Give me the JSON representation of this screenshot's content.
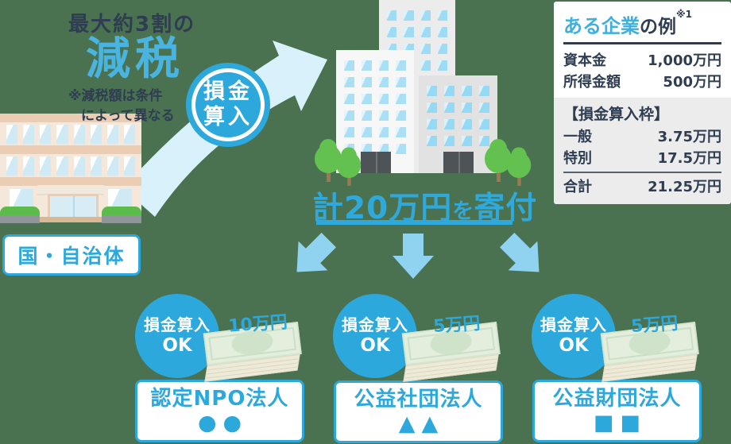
{
  "colors": {
    "background": "#4A7150",
    "accent_blue": "#2CA8DC",
    "highlight_blue": "#49B4DF",
    "navy": "#2E3D52",
    "arrow_light_blue": "#8FD3F1",
    "swoosh_pale_blue": "#D9F1FB"
  },
  "tax_note": {
    "line1": "最大約3割の",
    "highlight": "減税",
    "note_line1": "※減税額は条件",
    "note_line2": "によって異なる"
  },
  "loss_circle": {
    "line1": "損金",
    "line2": "算入"
  },
  "government": {
    "label": "国・自治体"
  },
  "donation": {
    "prefix": "計20万円",
    "particle": "を",
    "suffix": "寄付"
  },
  "example_box": {
    "title_highlight": "ある企業",
    "title_rest": "の例",
    "title_note": "※1",
    "rows": [
      {
        "label": "資本金",
        "value": "1,000万円"
      },
      {
        "label": "所得金額",
        "value": "500万円"
      }
    ],
    "frame_title": "【損金算入枠】",
    "frame_rows": [
      {
        "label": "一般",
        "value": "3.75万円"
      },
      {
        "label": "特別",
        "value": "17.5万円"
      }
    ],
    "total": {
      "label": "合計",
      "value": "21.25万円"
    }
  },
  "recipients": [
    {
      "badge_line1": "損金算入",
      "badge_line2": "OK",
      "amount": "10万円",
      "name": "認定NPO法人",
      "symbols": "●●"
    },
    {
      "badge_line1": "損金算入",
      "badge_line2": "OK",
      "amount": "5万円",
      "name": "公益社団法人",
      "symbols": "▲▲"
    },
    {
      "badge_line1": "損金算入",
      "badge_line2": "OK",
      "amount": "5万円",
      "name": "公益財団法人",
      "symbols": "■■"
    }
  ]
}
